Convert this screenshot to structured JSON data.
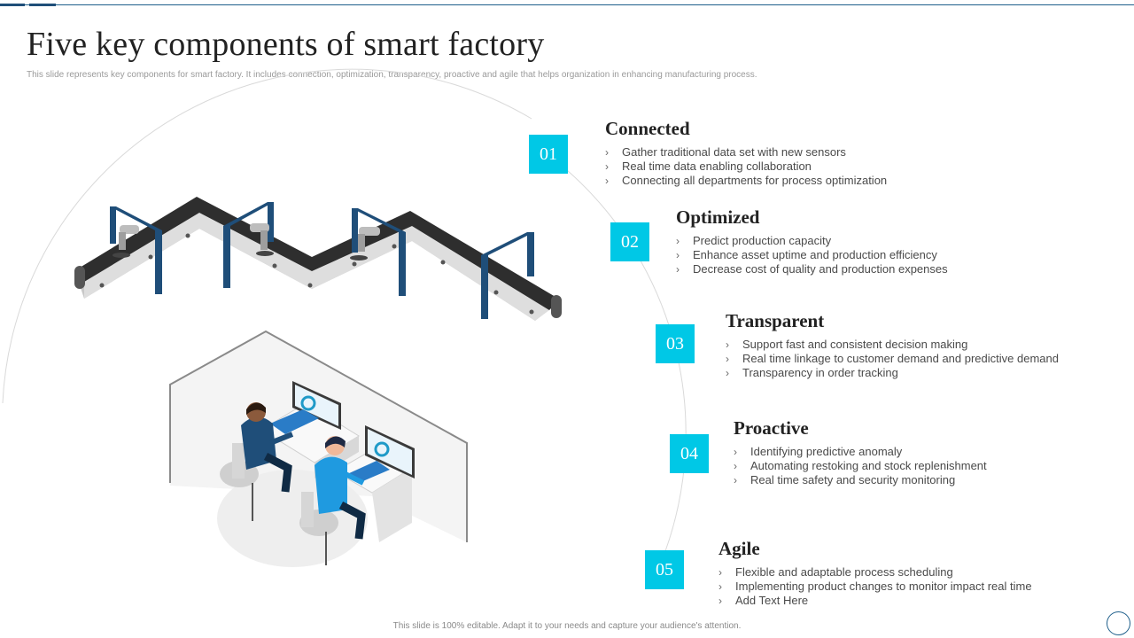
{
  "header": {
    "title": "Five key components of smart factory",
    "subtitle": "This slide represents key components for smart factory. It includes connection, optimization, transparency, proactive and agile that helps organization in enhancing manufacturing process."
  },
  "components": [
    {
      "number": "01",
      "title": "Connected",
      "bullets": [
        "Gather traditional data set with new sensors",
        "Real time data enabling collaboration",
        "Connecting all departments for process optimization"
      ]
    },
    {
      "number": "02",
      "title": "Optimized",
      "bullets": [
        "Predict production capacity",
        "Enhance asset uptime and production efficiency",
        "Decrease cost of quality and production expenses"
      ]
    },
    {
      "number": "03",
      "title": "Transparent",
      "bullets": [
        "Support fast and consistent decision making",
        "Real time linkage to customer demand and predictive demand",
        "Transparency in order tracking"
      ]
    },
    {
      "number": "04",
      "title": "Proactive",
      "bullets": [
        "Identifying predictive anomaly",
        "Automating restoking and stock replenishment",
        "Real time safety and security monitoring"
      ]
    },
    {
      "number": "05",
      "title": "Agile",
      "bullets": [
        "Flexible and adaptable process scheduling",
        "Implementing product changes to monitor impact real time",
        "Add Text Here"
      ]
    }
  ],
  "bullet_glyph": "›",
  "footer": {
    "text": "This slide is 100% editable. Adapt it to your needs and capture your audience's attention."
  },
  "colors": {
    "accent": "#00c8e6",
    "brand": "#1f4e79",
    "title": "#222222",
    "body": "#4a4a4a"
  },
  "illustrations": [
    "conveyor-belt-with-robotic-arms",
    "two-workers-at-computer-desks"
  ]
}
